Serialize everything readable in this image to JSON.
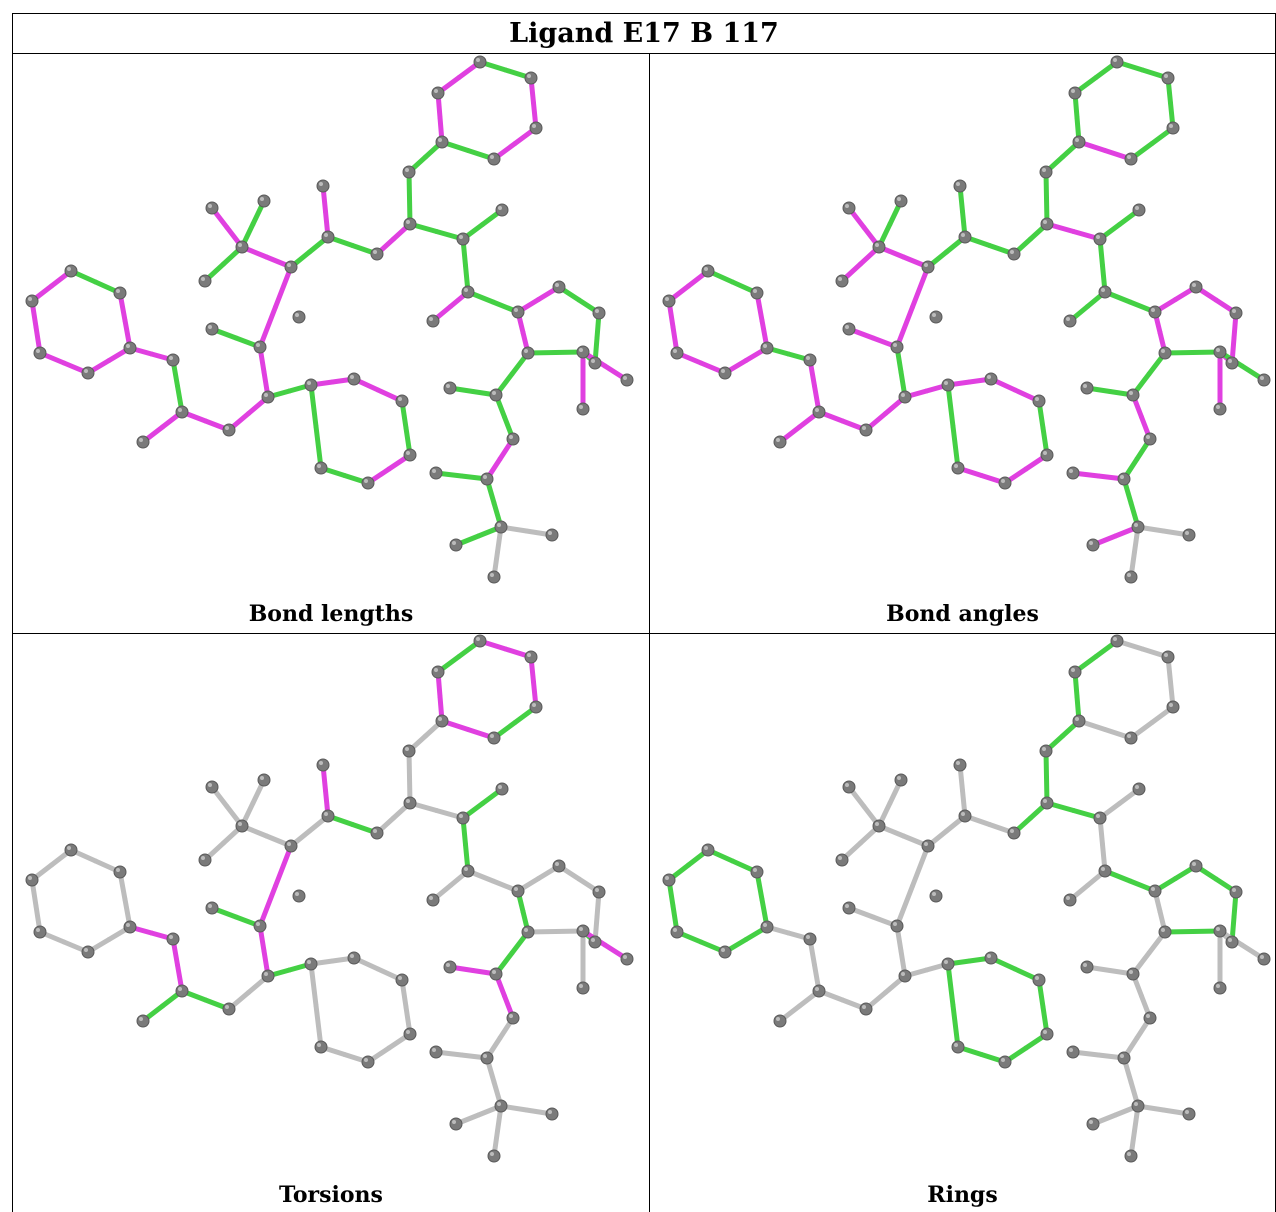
{
  "title": "Ligand E17 B 117",
  "panels": [
    {
      "caption": "Bond lengths"
    },
    {
      "caption": "Bond angles"
    },
    {
      "caption": "Torsions"
    },
    {
      "caption": "Rings"
    }
  ],
  "colors": {
    "green": "#44d044",
    "magenta": "#e040e0",
    "gray": "#bdbdbd",
    "atom": "#7a7a7a"
  },
  "schemes": {
    "lengths": "gmmmmmmgmmmmggmmgmggmmmgggmgmgggmmgmmgggmgmggggmmmgggmggg",
    "angles": "gmmmmmgmmmmgmmmmgmmgmmmgmgggggmggggggmggggmmmmgmmgggmgmgm",
    "torsions": "wwwwwwmmggwmggwwwwwwmwwwwwmgwwwwmgmmgmggwwwwwgwgwmgmmwwww",
    "rings": "ggggggwwwwwwwwggggggwwwwwwwwggggggwwwwwwwggggwgwwwwwwwwww"
  }
}
